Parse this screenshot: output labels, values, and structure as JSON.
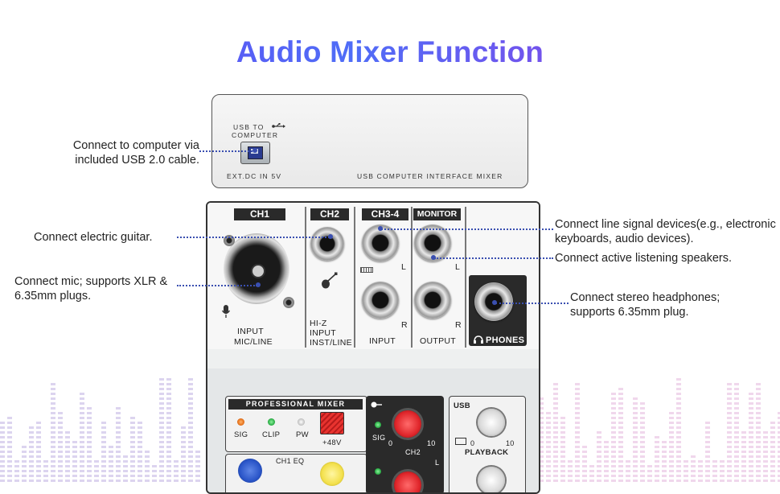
{
  "title": "Audio Mixer Function",
  "callouts": {
    "usb": "Connect to computer via included USB 2.0 cable.",
    "guitar": "Connect electric guitar.",
    "mic": "Connect mic; supports XLR & 6.35mm plugs.",
    "line": "Connect line signal devices(e.g., electronic keyboards, audio devices).",
    "speakers": "Connect active listening speakers.",
    "headphones": "Connect stereo headphones; supports 6.35mm plug."
  },
  "usb_panel": {
    "usb_to": "USB TO",
    "computer": "COMPUTER",
    "ext_dc": "EXT.DC IN 5V",
    "interface": "USB COMPUTER INTERFACE MIXER"
  },
  "mixer": {
    "ch1": "CH1",
    "ch2": "CH2",
    "ch34": "CH3-4",
    "monitor": "MONITOR",
    "input_mic_line_1": "INPUT",
    "input_mic_line_2": "MIC/LINE",
    "hiz_1": "HI-Z",
    "hiz_2": "INPUT",
    "hiz_3": "INST/LINE",
    "input": "INPUT",
    "output": "OUTPUT",
    "phones": "PHONES",
    "l": "L",
    "r": "R",
    "professional_mixer": "PROFESSIONAL MIXER",
    "sig": "SIG",
    "clip": "CLIP",
    "pw": "PW",
    "p48": "+48V",
    "ch1_eq": "CH1 EQ",
    "sig2": "SIG",
    "zero": "0",
    "ten": "10",
    "ch2_small": "CH2",
    "usb": "USB",
    "playback": "PLAYBACK"
  },
  "colors": {
    "title_gradient": [
      "#6a3ff0",
      "#4f6df7",
      "#c04fd6"
    ],
    "callout_line": "#3a4fb0",
    "knob_red": "#e0262b",
    "knob_blue": "#2a55c8",
    "knob_yellow": "#f3e04c",
    "led_orange": "#e7731c",
    "led_green": "#2fb34a"
  }
}
